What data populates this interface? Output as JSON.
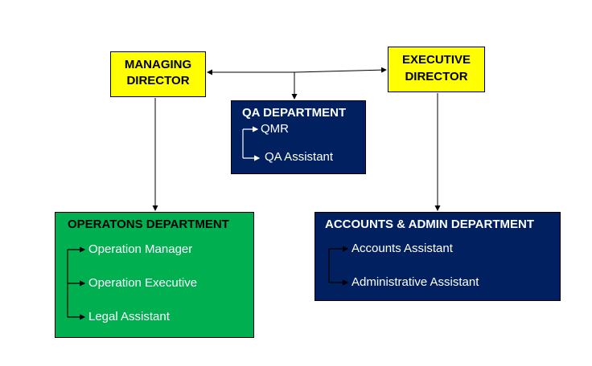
{
  "managing_director": {
    "line1": "MANAGING",
    "line2": "DIRECTOR"
  },
  "executive_director": {
    "line1": "EXECUTIVE",
    "line2": "DIRECTOR"
  },
  "qa_department": {
    "title": "QA DEPARTMENT",
    "items": [
      "QMR",
      "QA Assistant"
    ]
  },
  "operations_department": {
    "title": "OPERATONS DEPARTMENT",
    "items": [
      "Operation Manager",
      "Operation Executive",
      "Legal Assistant"
    ]
  },
  "accounts_admin_department": {
    "title": "ACCOUNTS & ADMIN DEPARTMENT",
    "items": [
      "Accounts Assistant",
      "Administrative Assistant"
    ]
  },
  "colors": {
    "director_fill": "#ffff00",
    "qa_fill": "#002060",
    "operations_fill": "#00b050",
    "accounts_fill": "#002060"
  }
}
